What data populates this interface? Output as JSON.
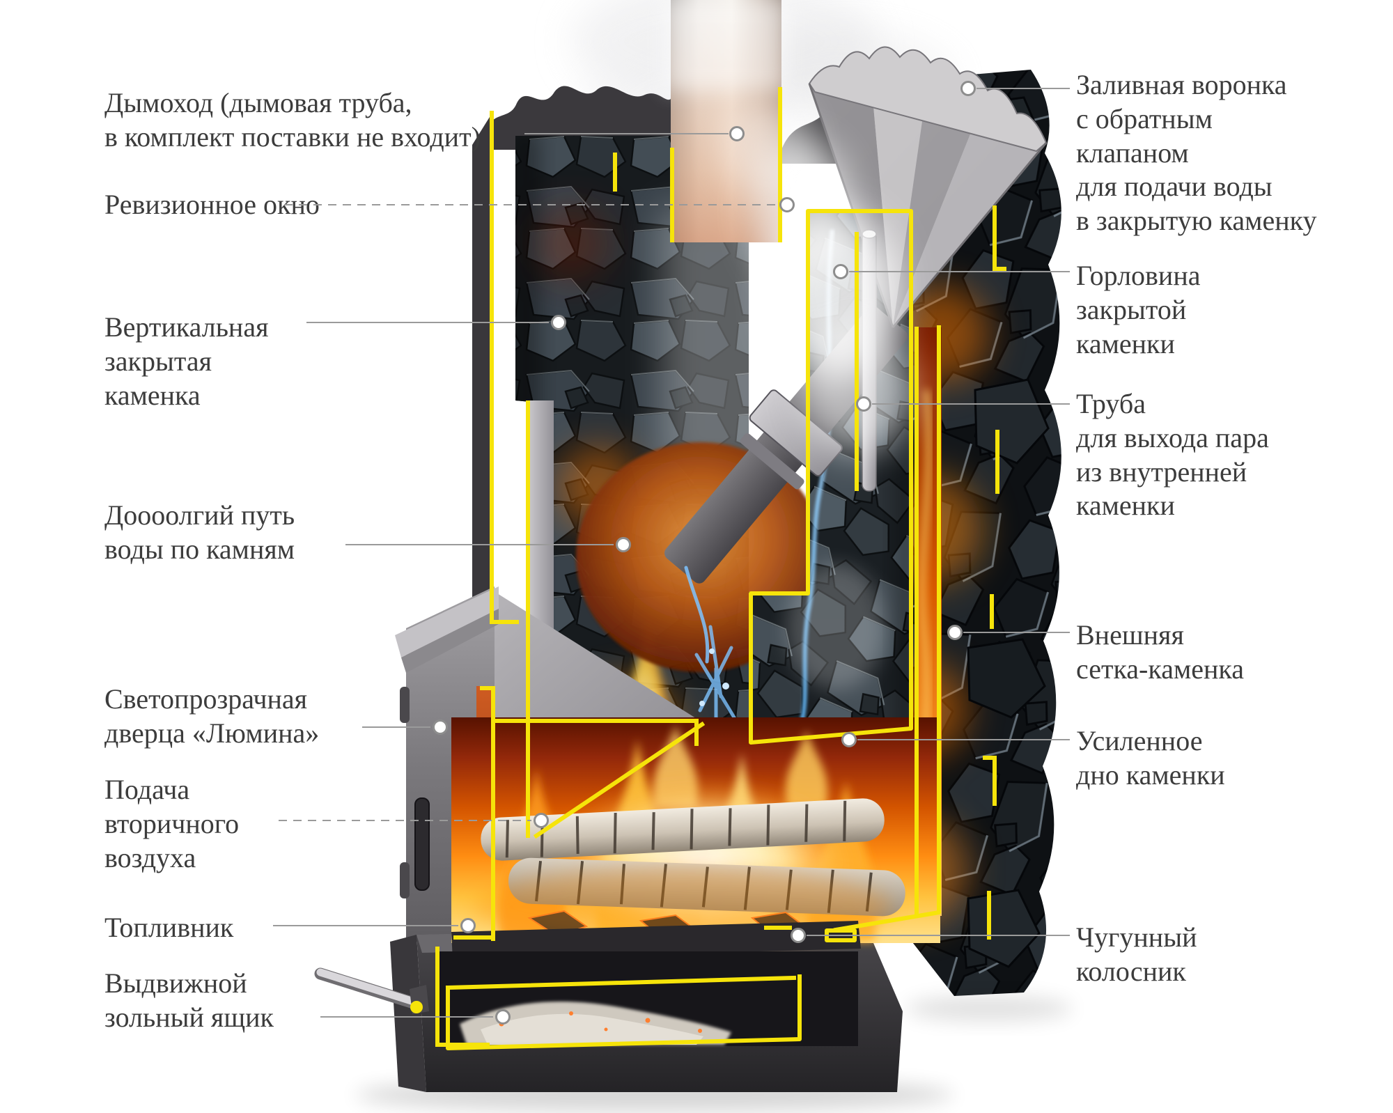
{
  "figure": {
    "type": "annotated-cutaway-diagram",
    "subject": "sauna stove cross-section"
  },
  "colors": {
    "accent_yellow": "#f6e40a",
    "leader_gray": "#9a9a9a",
    "text": "#3c3c3c",
    "fire_orange": "#ff8d12",
    "stone_dark": "#2b3237"
  },
  "labels": {
    "left": [
      {
        "id": "chimney",
        "lines": [
          "Дымоход (дымовая труба,",
          "в комплект поставки не входит)"
        ]
      },
      {
        "id": "revision-window",
        "lines": [
          "Ревизионное окно"
        ]
      },
      {
        "id": "vertical-kamenka",
        "lines": [
          "Вертикальная",
          "закрытая",
          "каменка"
        ]
      },
      {
        "id": "water-path",
        "lines": [
          "Доооолгий путь",
          "воды по камням"
        ]
      },
      {
        "id": "lumina-door",
        "lines": [
          "Светопрозрачная",
          "дверца «Люмина»"
        ]
      },
      {
        "id": "secondary-air",
        "lines": [
          "Подача",
          "вторичного",
          "воздуха"
        ]
      },
      {
        "id": "firebox",
        "lines": [
          "Топливник"
        ]
      },
      {
        "id": "ash-box",
        "lines": [
          "Выдвижной",
          "зольный ящик"
        ]
      }
    ],
    "right": [
      {
        "id": "funnel",
        "lines": [
          "Заливная воронка",
          "с обратным",
          "клапаном",
          "для подачи воды",
          "в закрытую каменку"
        ]
      },
      {
        "id": "neck",
        "lines": [
          "Горловина",
          "закрытой",
          "каменки"
        ]
      },
      {
        "id": "steam-tube",
        "lines": [
          "Труба",
          "для выхода пара",
          "из внутренней",
          "каменки"
        ]
      },
      {
        "id": "outer-mesh",
        "lines": [
          "Внешняя",
          "сетка-каменка"
        ]
      },
      {
        "id": "reinforced-bottom",
        "lines": [
          "Усиленное",
          "дно каменки"
        ]
      },
      {
        "id": "grate",
        "lines": [
          "Чугунный",
          "колосник"
        ]
      }
    ]
  }
}
